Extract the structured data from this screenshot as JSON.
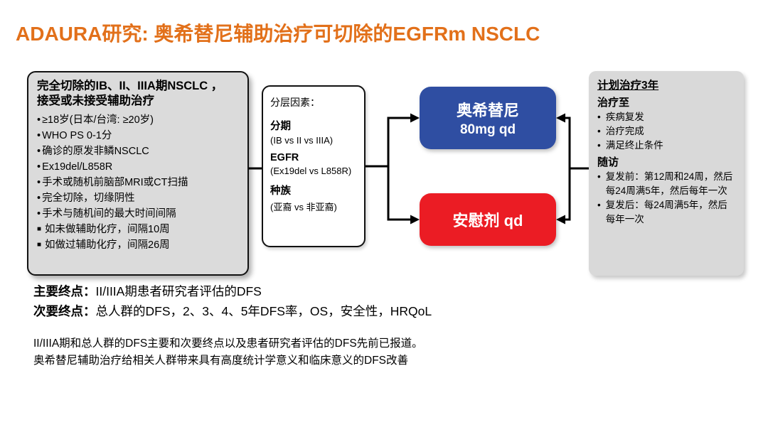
{
  "title": "ADAURA研究: 奥希替尼辅助治疗可切除的EGFRm NSCLC",
  "bullets": {
    "dot": "•",
    "square": "■"
  },
  "eligibility": {
    "header_line1": "完全切除的IB、II、IIIA期NSCLC ，",
    "header_line2": "接受或未接受辅助治疗",
    "items": [
      "≥18岁(日本/台湾: ≥20岁)",
      "WHO PS 0-1分",
      "确诊的原发非鳞NSCLC",
      "Ex19del/L858R",
      "手术或随机前脑部MRI或CT扫描",
      "完全切除，切缘阴性",
      "手术与随机间的最大时间间隔"
    ],
    "square_items": [
      "如未做辅助化疗，间隔10周",
      "如做过辅助化疗，间隔26周"
    ]
  },
  "stratification": {
    "title": "分层因素：",
    "rows": [
      {
        "label": "分期",
        "value": "(IB vs II vs IIIA)"
      },
      {
        "label": "EGFR",
        "value": "(Ex19del vs L858R)"
      },
      {
        "label": "种族",
        "value": "(亚裔 vs 非亚裔)"
      }
    ]
  },
  "arms": {
    "osimertinib_line1": "奥希替尼",
    "osimertinib_line2": "80mg qd",
    "placebo": "安慰剂 qd"
  },
  "plan": {
    "header": "计划治疗3年",
    "treat_until_label": "治疗至",
    "treat_until_items": [
      "疾病复发",
      "治疗完成",
      "满足终止条件"
    ],
    "followup_label": "随访",
    "followup_items": [
      "复发前：第12周和24周，然后每24周满5年，然后每年一次",
      "复发后：每24周满5年，然后每年一次"
    ]
  },
  "endpoints": {
    "primary_label": "主要终点：",
    "primary_text": "II/IIIA期患者研究者评估的DFS",
    "secondary_label": "次要终点：",
    "secondary_text": "总人群的DFS，2、3、4、5年DFS率，OS，安全性，HRQoL"
  },
  "footnote": {
    "line1": "II/IIIA期和总人群的DFS主要和次要终点以及患者研究者评估的DFS先前已报道。",
    "line2": "奥希替尼辅助治疗给相关人群带来具有高度统计学意义和临床意义的DFS改善"
  },
  "colors": {
    "title_orange": "#E2701A",
    "osimertinib_blue": "#2F4EA2",
    "placebo_red": "#EB1C24",
    "panel_gray": "#DBDBDB"
  }
}
